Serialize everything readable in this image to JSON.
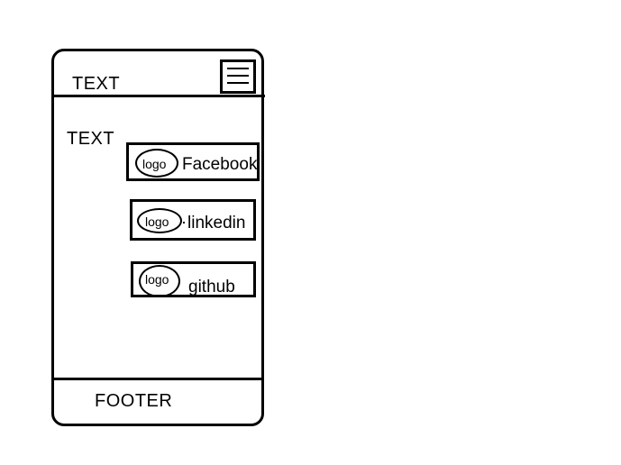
{
  "header": {
    "title": "TEXT",
    "menu_icon": "hamburger-menu-icon"
  },
  "main": {
    "text": "TEXT",
    "links": [
      {
        "logo_label": "logo",
        "label": "Facebook"
      },
      {
        "logo_label": "logo",
        "label": "linkedin"
      },
      {
        "logo_label": "logo",
        "label": "github"
      }
    ]
  },
  "footer": {
    "text": "FOOTER"
  }
}
